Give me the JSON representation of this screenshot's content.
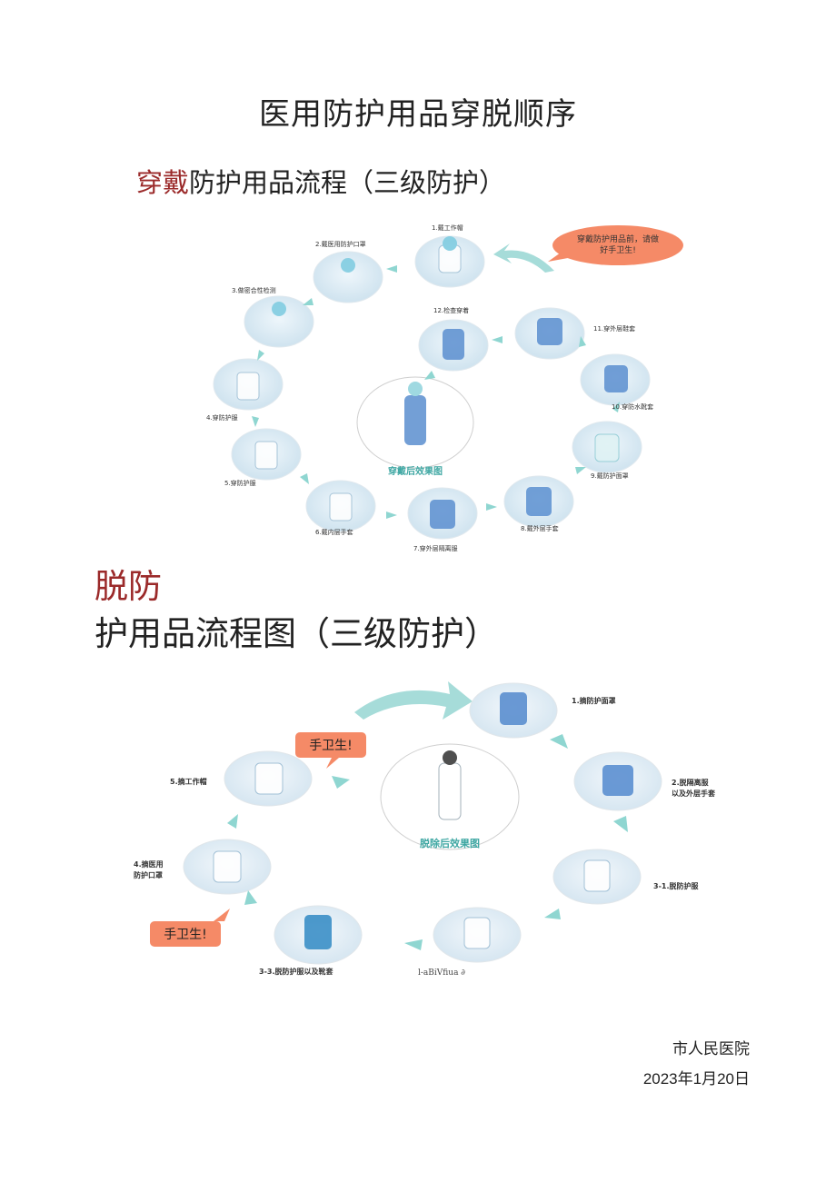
{
  "title": "医用防护用品穿脱顺序",
  "don_section": {
    "lead": "穿戴",
    "rest": "防护用品流程（三级防护）"
  },
  "doff_section": {
    "lead": "脱防",
    "rest": "护用品流程图（三级防护）"
  },
  "don_diagram": {
    "bubble": [
      "穿戴防护用品前，请做",
      "好手卫生!"
    ],
    "center_caption": "穿戴后效果图",
    "steps": [
      "1.戴工作帽",
      "2.戴医用防护口罩",
      "3.做密合性检测",
      "4.穿防护服",
      "5.穿防护服",
      "6.戴内层手套",
      "7.穿外层隔离服",
      "8.戴外层手套",
      "9.戴防护面罩",
      "10.穿防水靴套",
      "11.穿外层鞋套",
      "12.检查穿着"
    ]
  },
  "doff_diagram": {
    "center_caption": "脱除后效果图",
    "bubble_top": "手卫生!",
    "bubble_bottom": "手卫生!",
    "steps": [
      "1.摘防护面罩",
      "2.脱隔离服",
      "以及外层手套",
      "3-1.脱防护服",
      "3-3.脱防护服以及靴套",
      "4.摘医用",
      "防护口罩",
      "5.摘工作帽"
    ],
    "garbled": "l-aBiVfiua ∂"
  },
  "footer": {
    "org": "市人民医院",
    "date": "2023年1月20日"
  },
  "colors": {
    "accent_red": "#9b2a2a",
    "teal": "#6cc7c3",
    "bubble": "#f58a67"
  }
}
